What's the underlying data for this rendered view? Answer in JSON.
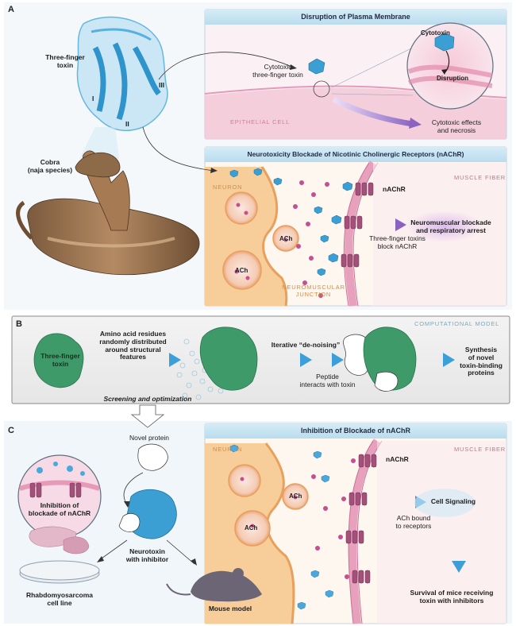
{
  "sections": {
    "a": "A",
    "b": "B",
    "c": "C"
  },
  "panel_a": {
    "toxin_label": "Three-finger\ntoxin",
    "finger_1": "I",
    "finger_2": "II",
    "finger_3": "III",
    "cobra_label": "Cobra\n(naja species)",
    "membrane_box": {
      "title": "Disruption of Plasma Membrane",
      "cytotoxic_toxin": "Cytotoxic\nthree-finger toxin",
      "epithelial": "EPITHELIAL CELL",
      "zoom_cytotoxin": "Cytotoxin",
      "zoom_disruption": "Disruption",
      "effects": "Cytotoxic effects\nand necrosis"
    },
    "neuro_box": {
      "title": "Neurotoxicity Blockade of Nicotinic Cholinergic Receptors (nAChR)",
      "neuron": "NEURON",
      "muscle_fiber": "MUSCLE FIBER",
      "nachr": "nAChR",
      "ach_1": "ACh",
      "ach_2": "ACh",
      "junction": "NEUROMUSCULAR\nJUNCTION",
      "block_text": "Three-finger toxins\nblock nAChR",
      "outcome": "Neuromuscular blockade\nand respiratory arrest"
    }
  },
  "panel_b": {
    "computational_model": "COMPUTATIONAL MODEL",
    "toxin_label": "Three-finger\ntoxin",
    "residues_text": "Amino acid residues\nrandomly distributed\naround structural features",
    "denoising": "Iterative “de-noising”",
    "peptide_text": "Peptide\ninteracts with toxin",
    "synthesis": "Synthesis\nof novel\ntoxin-binding\nproteins",
    "screening": "Screening and optimization"
  },
  "panel_c": {
    "novel_protein": "Novel protein",
    "inhibition_label": "Inhibition of\nblockade of nAChR",
    "neurotoxin_inhibitor": "Neurotoxin\nwith inhibitor",
    "rhabdo": "Rhabdomyosarcoma\ncell line",
    "mouse_model": "Mouse model",
    "box": {
      "title": "Inhibition of Blockade of nAChR",
      "neuron": "NEURON",
      "muscle_fiber": "MUSCLE FIBER",
      "nachr": "nAChR",
      "ach_1": "ACh",
      "ach_2": "ACh",
      "ach_bound": "ACh bound\nto receptors",
      "cell_signaling": "Cell Signaling",
      "survival": "Survival of mice receiving\ntoxin with inhibitors"
    }
  },
  "colors": {
    "toxin_blue": "#3b9fd4",
    "peptide_green": "#3f9a6a",
    "header_blue": "#c5e2f0",
    "neuron_orange": "#f6c38a",
    "muscle_pink": "#e9a9c4",
    "arrow_blue": "#4aa8dd",
    "arrow_purple": "#8f6fc4"
  }
}
